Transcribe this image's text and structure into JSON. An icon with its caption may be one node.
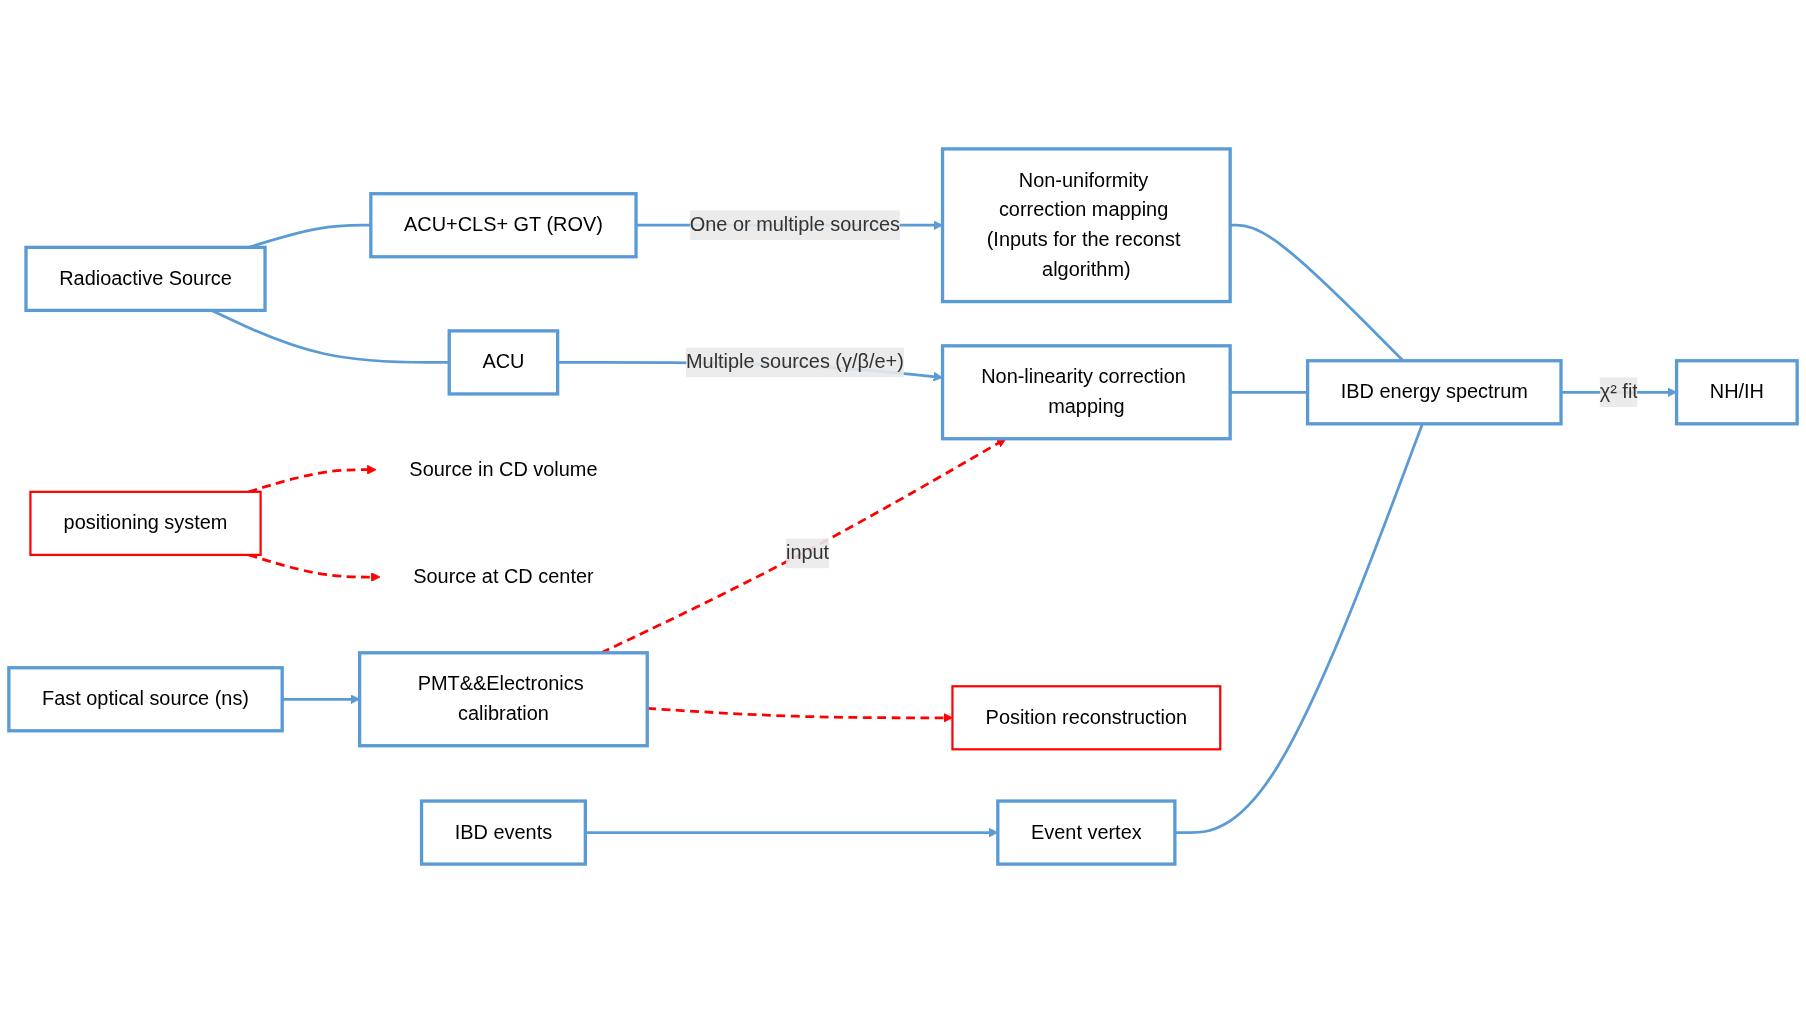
{
  "diagram": {
    "nodes": [
      {
        "text": [
          "Radioactive Source"
        ]
      },
      {
        "text": [
          "ACU+CLS+ GT (ROV)"
        ]
      },
      {
        "text": [
          "Source in CD volume"
        ]
      },
      {
        "text": [
          "positioning system"
        ]
      },
      {
        "text": [
          "Source at CD center"
        ]
      },
      {
        "text": [
          "ACU"
        ]
      },
      {
        "text": [
          "Non-uniformity correction mapping (Inputs for the reconst algorithm)"
        ]
      },
      {
        "text": [
          "Non-linearity correction mapping"
        ]
      },
      {
        "text": [
          "IBD energy spectrum"
        ]
      },
      {
        "text": [
          "NH/IH"
        ]
      },
      {
        "text": [
          "Fast optical source (ns)"
        ]
      },
      {
        "text": [
          "PMT&&Electronics calibration"
        ]
      },
      {
        "text": [
          "Position reconstruction"
        ]
      },
      {
        "text": [
          "IBD events"
        ]
      },
      {
        "text": [
          "Event vertex"
        ]
      }
    ],
    "edges": [
      {
        "from": 0,
        "to": 1,
        "arrow": "none"
      },
      {
        "from": 0,
        "to": 5,
        "arrow": "none"
      },
      {
        "from": 1,
        "to": 6,
        "arrow": "to",
        "label": "One or multiple sources"
      },
      {
        "from": 5,
        "to": 7,
        "arrow": "to",
        "label": "Multiple sources (γ/β/e+)"
      },
      {
        "from": 3,
        "to": 2,
        "arrow": "to",
        "style": "dashed",
        "color": "#ff0000"
      },
      {
        "from": 3,
        "to": 4,
        "arrow": "to",
        "style": "dashed",
        "color": "#ff0000"
      },
      {
        "from": 10,
        "to": 11,
        "arrow": "to"
      },
      {
        "from": 11,
        "to": 7,
        "arrow": "to",
        "label": "input",
        "style": "dashed",
        "color": "#ff0000"
      },
      {
        "from": 11,
        "to": 12,
        "arrow": "to",
        "style": "dashed",
        "color": "#ff0000"
      },
      {
        "from": 13,
        "to": 14,
        "arrow": "to"
      },
      {
        "from": 6,
        "to": 8,
        "arrow": "none"
      },
      {
        "from": 7,
        "to": 8,
        "arrow": "none"
      },
      {
        "from": 14,
        "to": 8,
        "arrow": "none"
      },
      {
        "from": 8,
        "to": 9,
        "arrow": "to",
        "label": "χ² fit"
      }
    ]
  }
}
